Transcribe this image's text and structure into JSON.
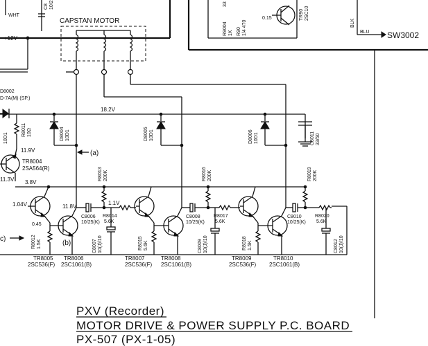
{
  "title": {
    "line1": "PXV (Recorder)",
    "line2": "MOTOR DRIVE & POWER SUPPLY P.C. BOARD",
    "line3": "PX-507 (PX-1-05)"
  },
  "motor": {
    "label": "CAPSTAN MOTOR"
  },
  "wires": {
    "wht": "WHT",
    "blu": "BLU",
    "blk": "BLK",
    "sw": "SW3002"
  },
  "voltages": {
    "plus12": "+12V",
    "v18_2": "18.2V",
    "v11_9": "11.9V",
    "v11_3": "11.3V",
    "v3_8": "3.8V",
    "v1_04": "1.04V",
    "v11_8": "11.8V",
    "v1_1": "1.1V",
    "v0_45": "0.45",
    "v0_15": "0.15"
  },
  "markers": {
    "a": "(a)",
    "b": "(b)",
    "c": "c)"
  },
  "top_right": {
    "r9004": "R9004",
    "r9004_val": "1K",
    "r90x": "R90",
    "r90x_val": "1/4 470",
    "tr90": "TR90",
    "tr90_type": "2SC10",
    "r33": "33",
    "c_top": "C8",
    "c_top_val": "10/2"
  },
  "left_parts": {
    "d8002": "D8002",
    "d8002_type": "D-7A(M) (SP.)",
    "r8011": "R8011",
    "r8011_val": "10Ω",
    "d_left": "10D1",
    "tr8004": "TR8004",
    "tr8004_type": "2SA564(R)"
  },
  "diodes": [
    {
      "name": "D8004",
      "type": "10D1"
    },
    {
      "name": "D8005",
      "type": "10D1"
    },
    {
      "name": "D8006",
      "type": "10D1"
    }
  ],
  "c8011": {
    "name": "C8011",
    "val": "33/50"
  },
  "resistors": [
    {
      "name": "R8013",
      "val": "200K"
    },
    {
      "name": "R8014",
      "val": "5.6K"
    },
    {
      "name": "R8015",
      "val": "5.6K"
    },
    {
      "name": "R8016",
      "val": "200K"
    },
    {
      "name": "R8017",
      "val": "5.6K"
    },
    {
      "name": "R8018",
      "val": "1.5K"
    },
    {
      "name": "R8019",
      "val": "200K"
    },
    {
      "name": "R8020",
      "val": "5.6K"
    },
    {
      "name": "R8012",
      "val": "1.5K"
    }
  ],
  "capacitors": [
    {
      "name": "C8006",
      "val": "10/25(K)"
    },
    {
      "name": "C8007",
      "val": "10(J)/10"
    },
    {
      "name": "C8008",
      "val": "10/25(K)"
    },
    {
      "name": "C8009",
      "val": "10(J)/10"
    },
    {
      "name": "C8010",
      "val": "10/25(K)"
    },
    {
      "name": "C8012",
      "val": "10(J)/10"
    }
  ],
  "transistors": [
    {
      "name": "TR8005",
      "type": "2SC536(F)"
    },
    {
      "name": "TR8006",
      "type": "2SC1061(B)"
    },
    {
      "name": "TR8007",
      "type": "2SC536(F)"
    },
    {
      "name": "TR8008",
      "type": "2SC1061(B)"
    },
    {
      "name": "TR8009",
      "type": "2SC536(F)"
    },
    {
      "name": "TR8010",
      "type": "2SC1061(B)"
    }
  ]
}
